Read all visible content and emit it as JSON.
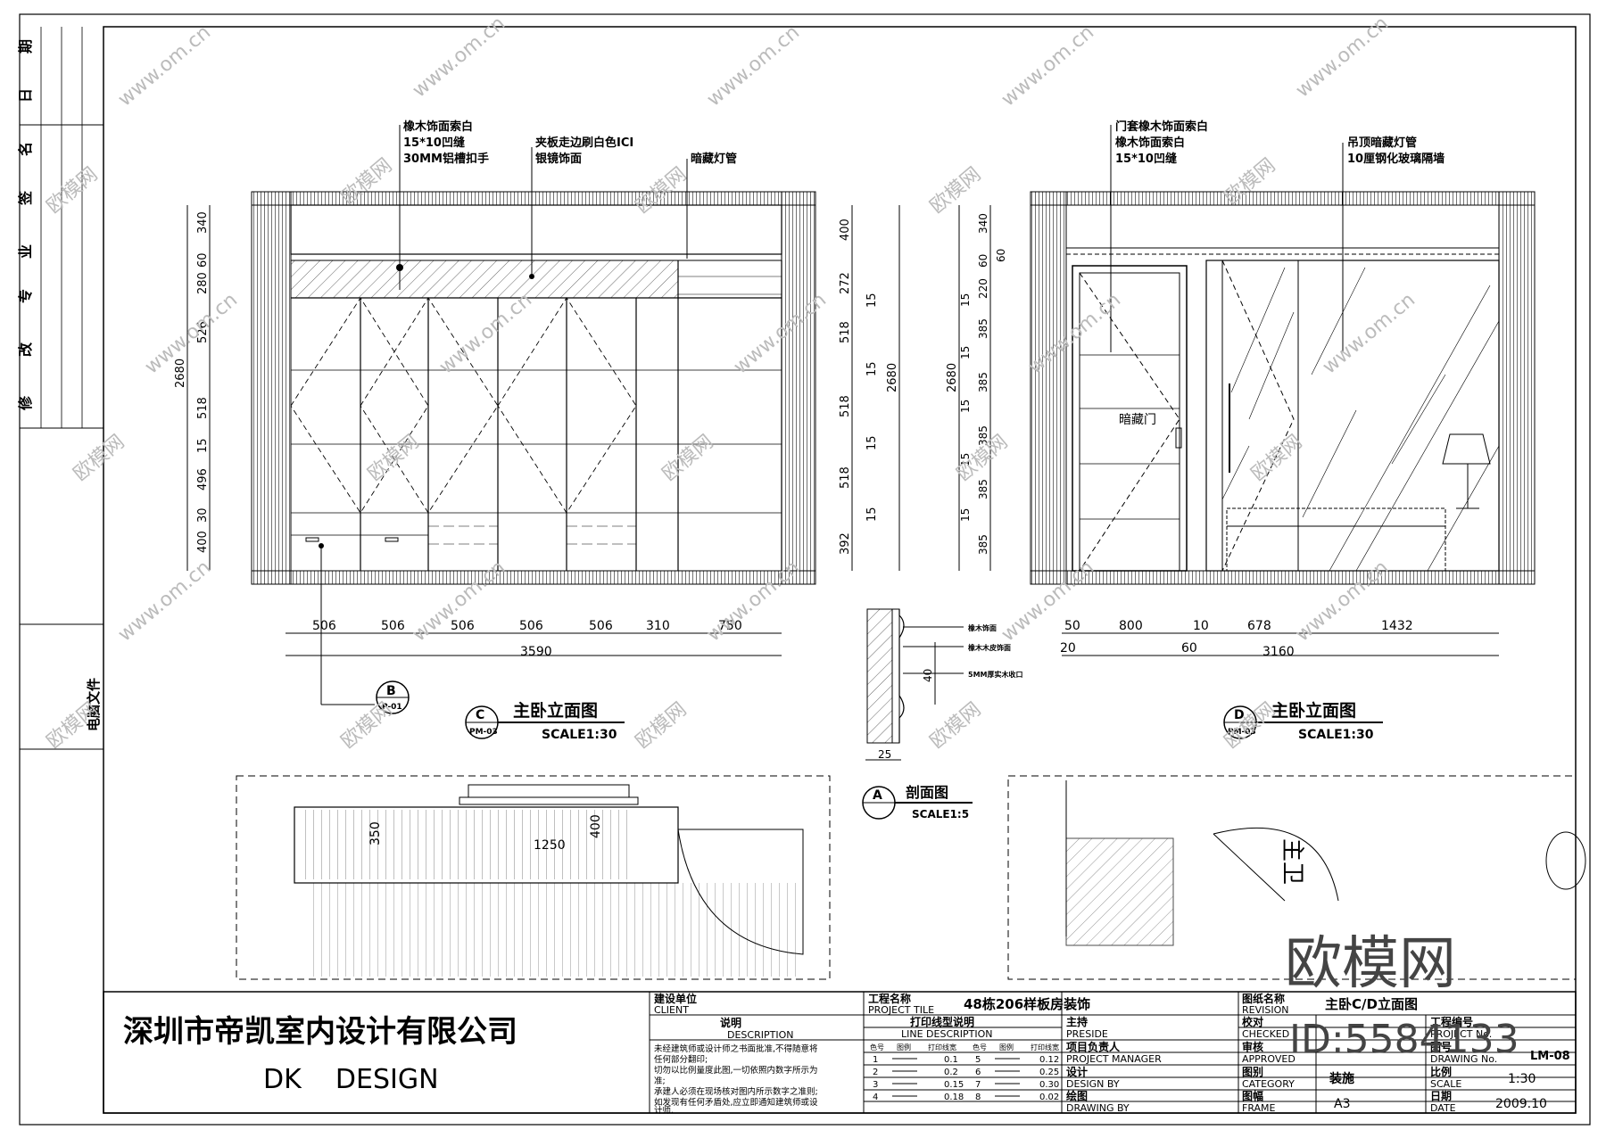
{
  "revision_column": {
    "labels": [
      "修",
      "改",
      "专",
      "业",
      "签",
      "名",
      "日",
      "期"
    ],
    "file_label": "电脑文件"
  },
  "drawing_c": {
    "title": "主卧立面图",
    "scale": "SCALE1:30",
    "tag_letter": "C",
    "tag_sheet": "PM-03",
    "section_tag_letter": "B",
    "section_tag_sheet": "P-01",
    "notes": [
      "橡木饰面索白",
      "15*10凹缝",
      "30MM铝槽扣手",
      "夹板走边刷白色ICI",
      "银镜饰面",
      "暗藏灯管"
    ],
    "left_dims": [
      "340",
      "60",
      "280",
      "526",
      "518",
      "15",
      "496",
      "30",
      "400"
    ],
    "left_total": "2680",
    "right_dims": [
      "400",
      "272",
      "15",
      "518",
      "15",
      "518",
      "15",
      "518",
      "15",
      "392"
    ],
    "right_total": "2680",
    "bottom_dims": [
      "506",
      "506",
      "506",
      "506",
      "506",
      "310",
      "750"
    ],
    "bottom_total": "3590"
  },
  "drawing_d": {
    "title": "主卧立面图",
    "scale": "SCALE1:30",
    "tag_letter": "D",
    "tag_sheet": "PM-03",
    "notes": [
      "门套橡木饰面索白",
      "橡木饰面索白",
      "15*10凹缝",
      "吊顶暗藏灯管",
      "10厘钢化玻璃隔墙"
    ],
    "door_label": "暗藏门",
    "left_dims": [
      "340",
      "60",
      "60",
      "220",
      "15",
      "385",
      "15",
      "385",
      "15",
      "385",
      "15",
      "385",
      "15",
      "385"
    ],
    "left_total": "2680",
    "bottom_dims": [
      "50",
      "800",
      "10",
      "678",
      "1432"
    ],
    "bottom_dims_2": [
      "20",
      "60"
    ],
    "bottom_total": "3160"
  },
  "section_a": {
    "title": "剖面图",
    "scale": "SCALE1:5",
    "tag_letter": "A",
    "notes": [
      "橡木饰面",
      "橡木木皮饰面",
      "5MM厚实木收口"
    ],
    "dims": [
      "40",
      "25"
    ]
  },
  "plan_left": {
    "dims": [
      "350",
      "1250",
      "400"
    ]
  },
  "plan_right": {
    "room_label": "主卫"
  },
  "title_block": {
    "company_cn": "深圳市帝凯室内设计有限公司",
    "company_en": "DK    DESIGN",
    "client_label_cn": "建设单位",
    "client_label_en": "CLIENT",
    "desc_label_cn": "说明",
    "desc_label_en": "DESCRIPTION",
    "desc_lines": [
      "未经建筑师或设计师之书面批准,不得随意将",
      "任何部分翻印;",
      "切勿以比例量度此图,一切依照内数字所示为",
      "准;",
      "承建人必须在现场核对图内所示数字之准则;",
      "如发现有任何矛盾处,应立即通知建筑师或设",
      "计师."
    ],
    "project_label_cn": "工程名称",
    "project_label_en": "PROJECT TILE",
    "project_name": "48栋206样板房装饰",
    "line_desc_cn": "打印线型说明",
    "line_desc_en": "LINE DESCRIPTION",
    "line_headers": [
      "色号",
      "图例",
      "打印线宽",
      "色号",
      "图例",
      "打印线宽"
    ],
    "line_rows": [
      [
        "1",
        "0.1",
        "5",
        "0.12"
      ],
      [
        "2",
        "0.2",
        "6",
        "0.25"
      ],
      [
        "3",
        "0.15",
        "7",
        "0.30"
      ],
      [
        "4",
        "0.18",
        "8",
        "0.02"
      ]
    ],
    "roles": [
      {
        "cn": "主持",
        "en": "PRESIDE"
      },
      {
        "cn": "项目负责人",
        "en": "PROJECT MANAGER"
      },
      {
        "cn": "设计",
        "en": "DESIGN BY"
      },
      {
        "cn": "绘图",
        "en": "DRAWING BY"
      }
    ],
    "drawing_name_label_cn": "图纸名称",
    "drawing_name_label_en": "REVISION",
    "drawing_name": "主卧C/D立面图",
    "checked_cn": "校对",
    "checked_en": "CHECKED",
    "approved_cn": "审核",
    "approved_en": "APPROVED",
    "category_cn": "图别",
    "category_en": "CATEGORY",
    "category_value": "装施",
    "frame_cn": "图幅",
    "frame_en": "FRAME",
    "frame_value": "A3",
    "project_no_cn": "工程编号",
    "project_no_en": "PROJECT No.",
    "drawing_no_cn": "图号",
    "drawing_no_en": "DRAWING No.",
    "drawing_no": "LM-08",
    "scale_cn": "比例",
    "scale_en": "SCALE",
    "scale_value": "1:30",
    "date_cn": "日期",
    "date_en": "DATE",
    "date_value": "2009.10"
  },
  "watermark": {
    "site": "www.om.cn",
    "brand": "欧模网",
    "big_brand": "欧模网",
    "id": "ID:5584133"
  }
}
